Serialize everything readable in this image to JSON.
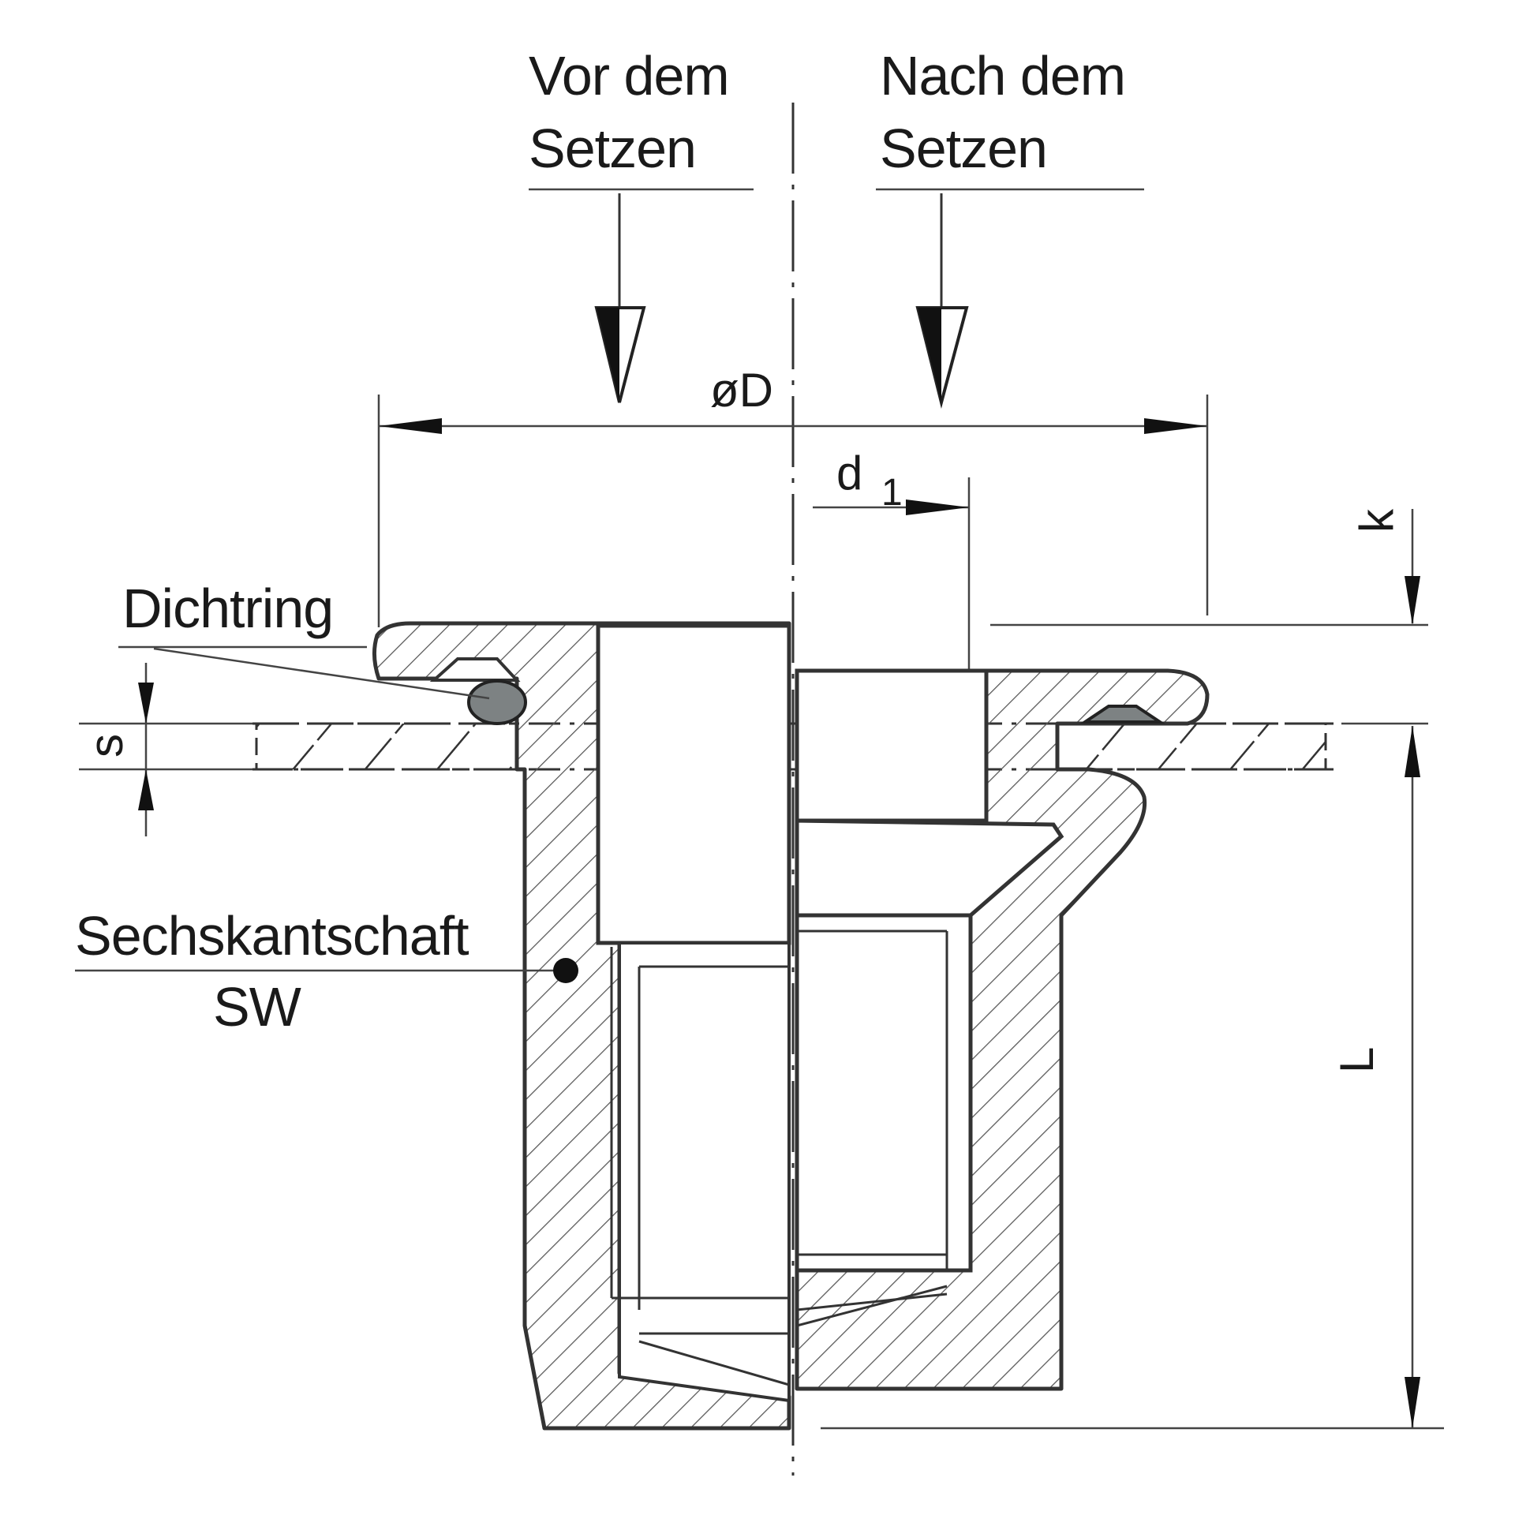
{
  "labels": {
    "before_line1": "Vor dem",
    "before_line2": "Setzen",
    "after_line1": "Nach dem",
    "after_line2": "Setzen",
    "diameter": "øD",
    "d1_main": "d",
    "d1_sub": "1",
    "k": "k",
    "s": "s",
    "L": "L",
    "seal_ring": "Dichtring",
    "hex_shank_line1": "Sechskantschaft",
    "hex_shank_line2": "SW"
  },
  "colors": {
    "line": "#333333",
    "seal_fill": "#7d8283",
    "text": "#1a1a1a"
  }
}
